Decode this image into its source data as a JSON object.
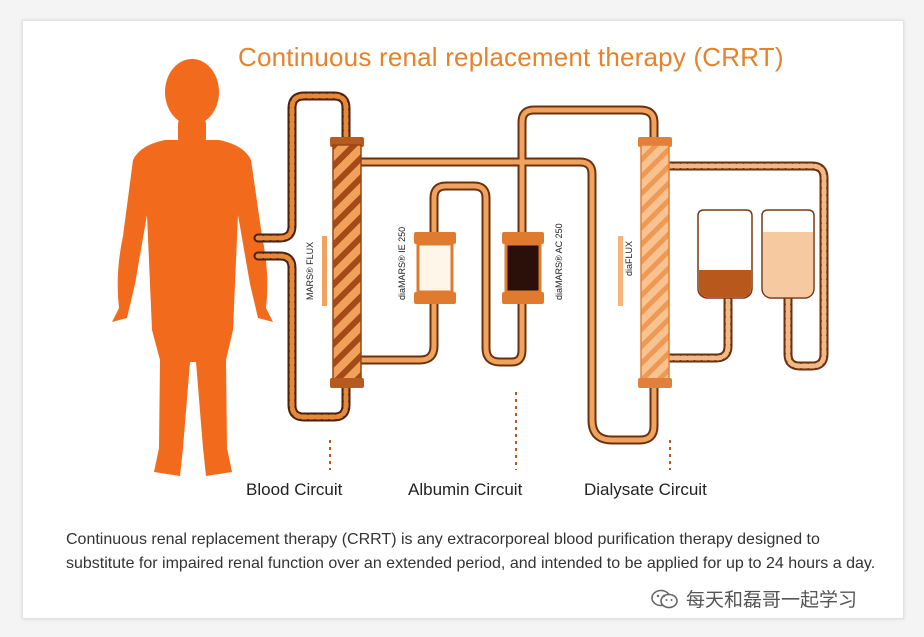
{
  "title": "Continuous renal replacement therapy (CRRT)",
  "filters": {
    "mars_flux": "MARS® FLUX",
    "diamars_ie": "diaMARS® IE 250",
    "diamars_ac": "diaMARS® AC 250",
    "diaflux": "diaFLUX"
  },
  "circuits": {
    "blood": "Blood Circuit",
    "albumin": "Albumin Circuit",
    "dialysate": "Dialysate Circuit"
  },
  "caption": "Continuous renal replacement therapy (CRRT) is any extracorporeal blood purification therapy designed to substitute for impaired renal function over an extended period, and intended to be applied for up to 24 hours a day.",
  "watermark": "每天和磊哥一起学习",
  "icons": {
    "person": "human-silhouette-icon",
    "watermark": "wechat-icon"
  },
  "colors": {
    "orange": "#f26b1d",
    "tube": "#e8893a",
    "dark": "#4a2210",
    "title": "#e5822c"
  }
}
